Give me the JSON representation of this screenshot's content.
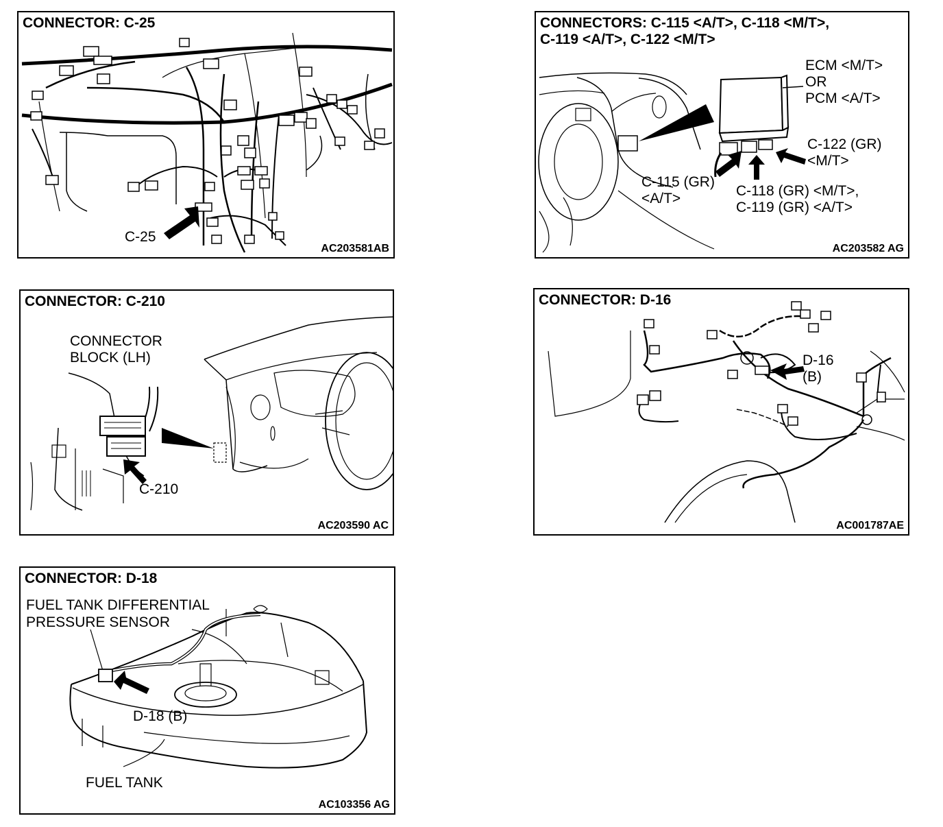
{
  "panels": {
    "c25": {
      "title": "CONNECTOR: C-25",
      "callout": "C-25",
      "code": "AC203581AB"
    },
    "c115": {
      "title_line1": "CONNECTORS: C-115 <A/T>, C-118 <M/T>,",
      "title_line2": "C-119 <A/T>, C-122 <M/T>",
      "module_line1": "ECM <M/T>",
      "module_line2": "OR",
      "module_line3": "PCM <A/T>",
      "c122_line1": "C-122 (GR)",
      "c122_line2": "<M/T>",
      "c115_line1": "C-115 (GR)",
      "c115_line2": "<A/T>",
      "c118_line1": "C-118 (GR) <M/T>,",
      "c118_line2": "C-119 (GR) <A/T>",
      "code": "AC203582 AG"
    },
    "c210": {
      "title": "CONNECTOR: C-210",
      "block_line1": "CONNECTOR",
      "block_line2": "BLOCK (LH)",
      "callout": "C-210",
      "code": "AC203590 AC"
    },
    "d16": {
      "title": "CONNECTOR: D-16",
      "callout_line1": "D-16",
      "callout_line2": "(B)",
      "code": "AC001787AE"
    },
    "d18": {
      "title": "CONNECTOR: D-18",
      "sensor_line1": "FUEL TANK DIFFERENTIAL",
      "sensor_line2": "PRESSURE SENSOR",
      "callout": "D-18 (B)",
      "tank": "FUEL TANK",
      "code": "AC103356 AG"
    }
  }
}
